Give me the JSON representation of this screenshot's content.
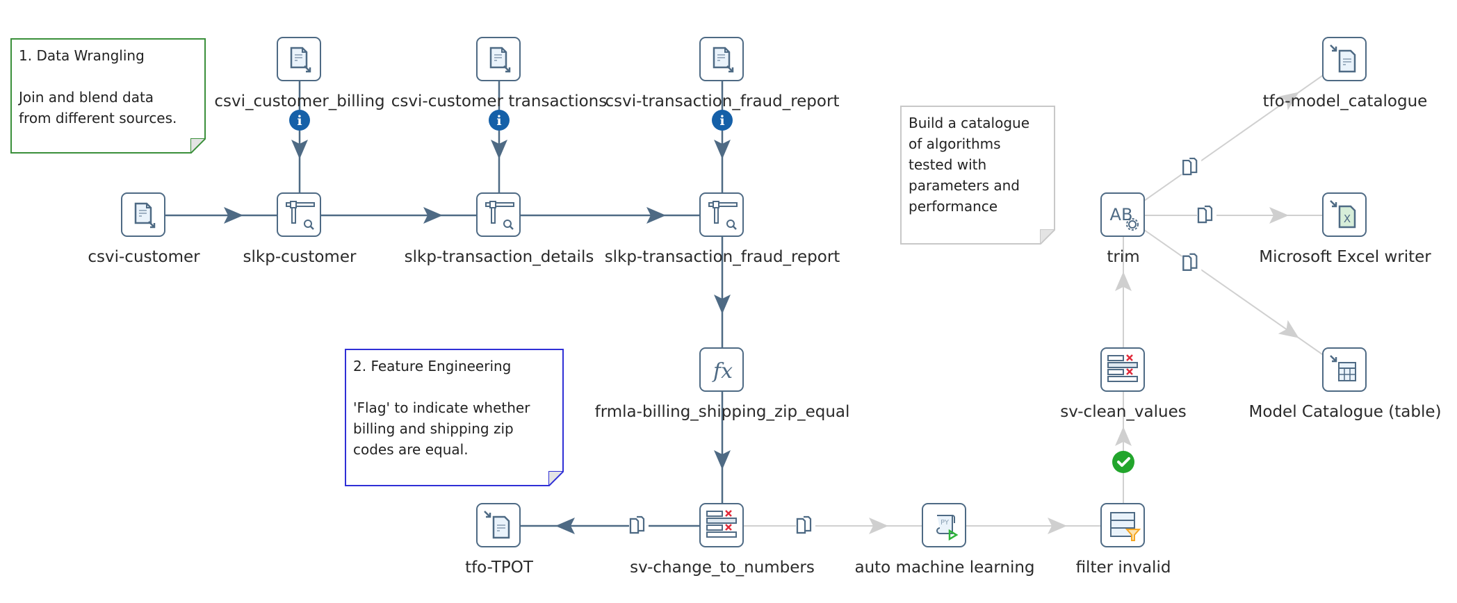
{
  "notes": [
    {
      "id": "note-data-wrangling",
      "title": "1. Data Wrangling",
      "lines": [
        "Join and blend data",
        "from different sources."
      ],
      "border_color": "#3a8f3a"
    },
    {
      "id": "note-feature-engineering",
      "title": "2. Feature Engineering",
      "lines": [
        "'Flag' to indicate whether",
        "billing and shipping zip",
        "codes are equal."
      ],
      "border_color": "#2f2fd6"
    },
    {
      "id": "note-catalogue",
      "title": "",
      "lines": [
        "Build a catalogue",
        "of algorithms",
        "tested with",
        "parameters and",
        "performance"
      ],
      "border_color": "#c8c8c8"
    }
  ],
  "nodes": [
    {
      "id": "csvi_customer_billing",
      "label": "csvi_customer_billing",
      "icon": "csv-input-icon"
    },
    {
      "id": "csvi_customer_transactions",
      "label": "csvi-customer transactions",
      "icon": "csv-input-icon"
    },
    {
      "id": "csvi_transaction_fraud_report",
      "label": "csvi-transaction_fraud_report",
      "icon": "csv-input-icon"
    },
    {
      "id": "csvi_customer",
      "label": "csvi-customer",
      "icon": "csv-input-icon"
    },
    {
      "id": "slkp_customer",
      "label": "slkp-customer",
      "icon": "stream-lookup-icon"
    },
    {
      "id": "slkp_transaction_details",
      "label": "slkp-transaction_details",
      "icon": "stream-lookup-icon"
    },
    {
      "id": "slkp_transaction_fraud_report",
      "label": "slkp-transaction_fraud_report",
      "icon": "stream-lookup-icon"
    },
    {
      "id": "frmla_billing_shipping_zip_equal",
      "label": "frmla-billing_shipping_zip_equal",
      "icon": "formula-icon"
    },
    {
      "id": "sv_change_to_numbers",
      "label": "sv-change_to_numbers",
      "icon": "select-values-icon"
    },
    {
      "id": "tfo_tpot",
      "label": "tfo-TPOT",
      "icon": "text-file-output-icon"
    },
    {
      "id": "auto_machine_learning",
      "label": "auto machine learning",
      "icon": "python-script-icon"
    },
    {
      "id": "filter_invalid",
      "label": "filter invalid",
      "icon": "filter-rows-icon"
    },
    {
      "id": "sv_clean_values",
      "label": "sv-clean_values",
      "icon": "select-values-icon"
    },
    {
      "id": "trim",
      "label": "trim",
      "icon": "string-operations-icon"
    },
    {
      "id": "tfo_model_catalogue",
      "label": "tfo-model_catalogue",
      "icon": "text-file-output-icon"
    },
    {
      "id": "microsoft_excel_writer",
      "label": "Microsoft Excel writer",
      "icon": "excel-writer-icon"
    },
    {
      "id": "model_catalogue_table",
      "label": "Model Catalogue (table)",
      "icon": "table-output-icon"
    }
  ],
  "hops": [
    {
      "from": "csvi_customer_billing",
      "to": "slkp_customer",
      "state": "enabled",
      "marker": "info-icon"
    },
    {
      "from": "csvi_customer_transactions",
      "to": "slkp_transaction_details",
      "state": "enabled",
      "marker": "info-icon"
    },
    {
      "from": "csvi_transaction_fraud_report",
      "to": "slkp_transaction_fraud_report",
      "state": "enabled",
      "marker": "info-icon"
    },
    {
      "from": "csvi_customer",
      "to": "slkp_customer",
      "state": "enabled",
      "marker": ""
    },
    {
      "from": "slkp_customer",
      "to": "slkp_transaction_details",
      "state": "enabled",
      "marker": ""
    },
    {
      "from": "slkp_transaction_details",
      "to": "slkp_transaction_fraud_report",
      "state": "enabled",
      "marker": ""
    },
    {
      "from": "slkp_transaction_fraud_report",
      "to": "frmla_billing_shipping_zip_equal",
      "state": "enabled",
      "marker": ""
    },
    {
      "from": "frmla_billing_shipping_zip_equal",
      "to": "sv_change_to_numbers",
      "state": "enabled",
      "marker": ""
    },
    {
      "from": "sv_change_to_numbers",
      "to": "tfo_tpot",
      "state": "enabled",
      "marker": "copy-icon"
    },
    {
      "from": "sv_change_to_numbers",
      "to": "auto_machine_learning",
      "state": "disabled",
      "marker": "copy-icon"
    },
    {
      "from": "auto_machine_learning",
      "to": "filter_invalid",
      "state": "disabled",
      "marker": ""
    },
    {
      "from": "filter_invalid",
      "to": "sv_clean_values",
      "state": "disabled",
      "marker": "success-check-icon"
    },
    {
      "from": "sv_clean_values",
      "to": "trim",
      "state": "disabled",
      "marker": ""
    },
    {
      "from": "trim",
      "to": "tfo_model_catalogue",
      "state": "disabled",
      "marker": "copy-icon"
    },
    {
      "from": "trim",
      "to": "microsoft_excel_writer",
      "state": "disabled",
      "marker": "copy-icon"
    },
    {
      "from": "trim",
      "to": "model_catalogue_table",
      "state": "disabled",
      "marker": "copy-icon"
    }
  ],
  "colors": {
    "node_border": "#4e6a84",
    "hop_enabled": "#4e6a84",
    "hop_disabled": "#d0d0d0",
    "info_badge": "#1560a8",
    "success_badge": "#22a52c",
    "delete_mark": "#e02a3a",
    "filter_funnel": "#f5a623",
    "run_arrow": "#2fb43a"
  }
}
